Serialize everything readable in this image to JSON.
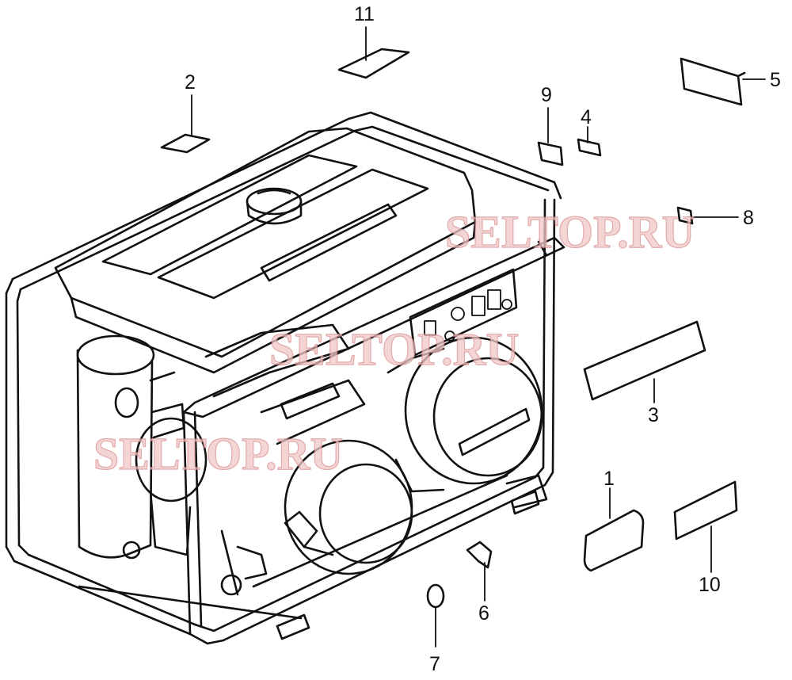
{
  "callouts": {
    "n1": "1",
    "n2": "2",
    "n3": "3",
    "n4": "4",
    "n5": "5",
    "n6": "6",
    "n7": "7",
    "n8": "8",
    "n9": "9",
    "n10": "10",
    "n11": "11"
  },
  "watermarks": [
    "SELTOP.RU",
    "SELTOP.RU",
    "SELTOP.RU"
  ],
  "colors": {
    "line": "#111111",
    "background": "#ffffff",
    "watermark": "#d98e8e"
  }
}
